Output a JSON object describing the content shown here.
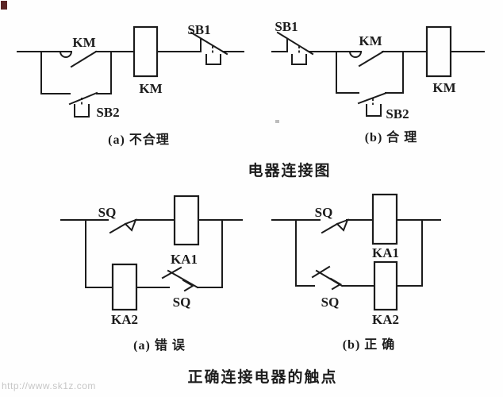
{
  "figure": {
    "section1": {
      "title": "电器连接图",
      "left": {
        "caption": "(a) 不合理",
        "contact_label": "KM",
        "coil_label": "KM",
        "stop_button": "SB1",
        "start_button": "SB2"
      },
      "right": {
        "caption": "(b) 合  理",
        "contact_label": "KM",
        "coil_label": "KM",
        "stop_button": "SB1",
        "start_button": "SB2"
      }
    },
    "section2": {
      "title": "正确连接电器的触点",
      "left": {
        "caption": "(a) 错 误",
        "switch_top": "SQ",
        "coil_top": "KA1",
        "switch_bottom": "SQ",
        "coil_bottom": "KA2"
      },
      "right": {
        "caption": "(b) 正 确",
        "switch_top": "SQ",
        "coil_top": "KA1",
        "switch_bottom": "SQ",
        "coil_bottom": "KA2"
      }
    },
    "watermark": "http://www.sk1z.com"
  },
  "colors": {
    "ink": "#1c1c1c",
    "background": "#fefefe",
    "watermark": "#c6c6c6",
    "corner_mark": "#5a2525"
  }
}
